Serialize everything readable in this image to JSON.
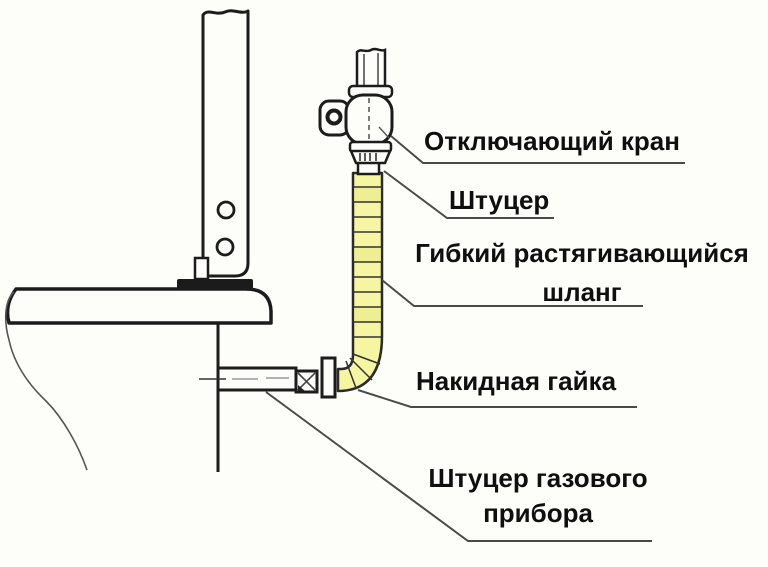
{
  "diagram": {
    "type": "technical-diagram",
    "labels": {
      "shutoff_valve": "Отключающий кран",
      "fitting": "Штуцер",
      "flexible_hose": [
        "Гибкий растягивающийся",
        "шланг"
      ],
      "union_nut": "Накидная гайка",
      "appliance_fitting": [
        "Штуцер газового",
        "прибора"
      ]
    },
    "colors": {
      "hose_fill": "#f5f5a2",
      "hose_band": "#ecec8e",
      "outline": "#1c1c1c",
      "leader": "#4a4a4a",
      "background": "#fdfdfa",
      "text": "#0f0f0f"
    }
  }
}
